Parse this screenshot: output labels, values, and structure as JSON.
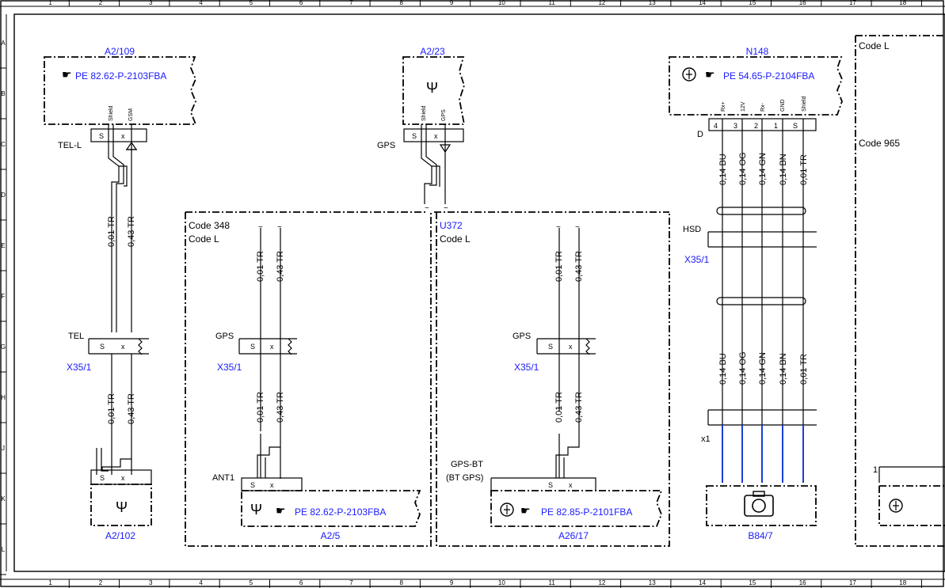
{
  "grid": {
    "columns": [
      "1",
      "2",
      "3",
      "4",
      "5",
      "6",
      "7",
      "8",
      "9",
      "10",
      "11",
      "12",
      "13",
      "14",
      "15",
      "16",
      "17",
      "18"
    ],
    "rows": [
      "A",
      "B",
      "C",
      "D",
      "E",
      "F",
      "G",
      "H",
      "J",
      "K",
      "L"
    ]
  },
  "components": {
    "a2_109": {
      "name": "A2/109",
      "ref": "PE 82.62-P-2103FBA"
    },
    "a2_23": {
      "name": "A2/23"
    },
    "n148": {
      "name": "N148",
      "ref": "PE 54.65-P-2104FBA"
    },
    "a2_102": {
      "name": "A2/102"
    },
    "a2_5": {
      "name": "A2/5",
      "ref": "PE 82.62-P-2103FBA"
    },
    "a26_17": {
      "name": "A26/17",
      "ref": "PE 82.85-P-2101FBA"
    },
    "b84_7": {
      "name": "B84/7"
    }
  },
  "codes": {
    "right_l": "Code L",
    "right_965": "Code 965",
    "mid_348": "Code 348",
    "mid_l": "Code L",
    "u372": "U372",
    "u372_l": "Code L"
  },
  "connectors": {
    "tel_l": "TEL-L",
    "gps_top": "GPS",
    "tel": "TEL",
    "gps_left": "GPS",
    "gps_right": "GPS",
    "x35_1": "X35/1",
    "hsd": "HSD",
    "x1": "x1",
    "ant1": "ANT1",
    "gps_bt": "GPS-BT",
    "bt_gps": "(BT GPS)",
    "d": "D",
    "one": "1"
  },
  "pins": {
    "shield": "Shield",
    "gsm": "GSM",
    "gps": "GPS",
    "s": "S",
    "x": "x",
    "rx_plus": "Rx+",
    "v12": "12V",
    "rx_minus": "Rx-",
    "gnd": "GND",
    "n4": "4",
    "n3": "3",
    "n2": "2",
    "n1": "1"
  },
  "wires": {
    "tr001": "0,01 TR",
    "tr043": "0,43 TR",
    "bu": "0,14 BU",
    "og": "0,14 OG",
    "gn": "0,14 GN",
    "bn": "0,14 BN",
    "tr": "0,01 TR"
  }
}
